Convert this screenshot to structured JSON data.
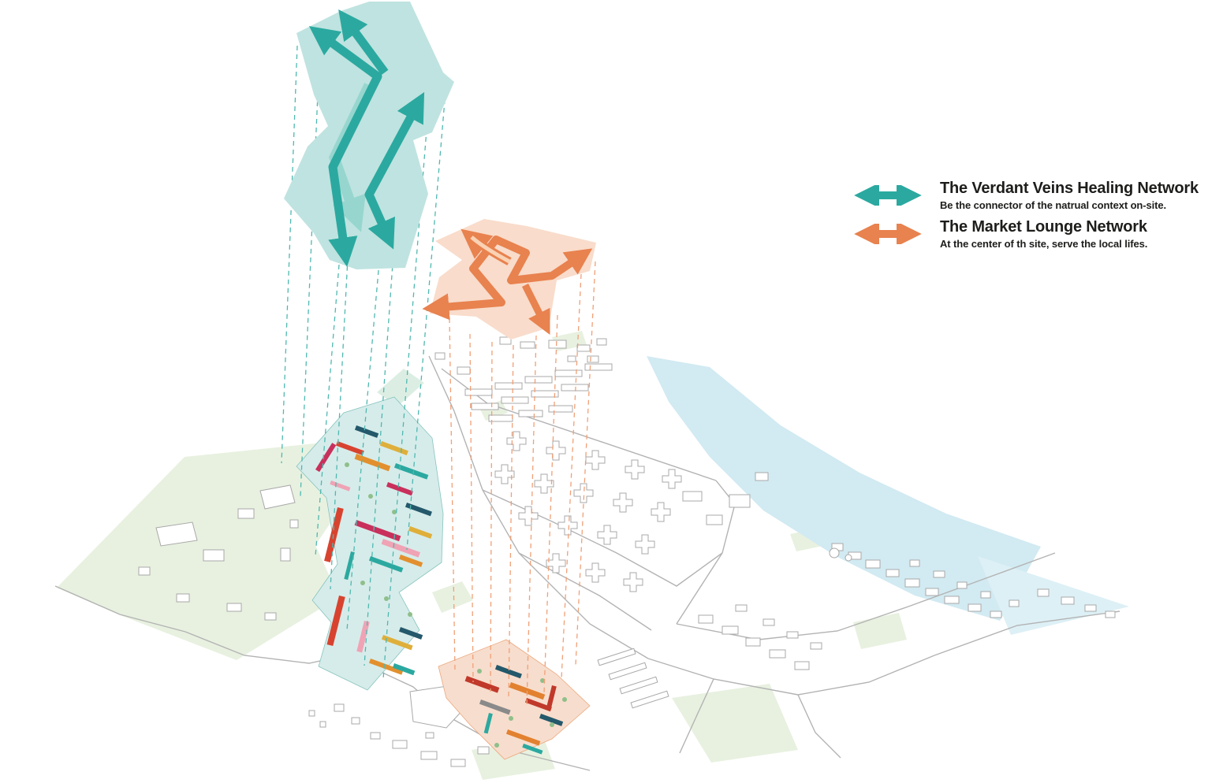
{
  "legend": {
    "items": [
      {
        "icon": "double-arrow-icon",
        "title": "The Verdant Veins Healing Network",
        "subtitle": "Be the connector of the natrual context on-site.",
        "color": "#2BA9A0"
      },
      {
        "icon": "double-arrow-icon",
        "title": "The Market Lounge Network",
        "subtitle": "At the center of th site, serve the local lifes.",
        "color": "#E8824F"
      }
    ]
  },
  "colors": {
    "verdant_teal": "#2BA9A0",
    "verdant_teal_light": "#BFE3E0",
    "market_orange": "#E8824F",
    "market_orange_light": "#F9DCCB",
    "water_blue": "#D2EAF2",
    "green_area": "#E8F1E0",
    "map_outline_gray": "#A8A8A8",
    "accent_red": "#D8432F",
    "accent_crimson": "#C9305C",
    "accent_navy": "#24586B",
    "accent_yellow": "#DFAF3A",
    "accent_pink": "#F0A3B5",
    "text_black": "#1D1D1B"
  }
}
